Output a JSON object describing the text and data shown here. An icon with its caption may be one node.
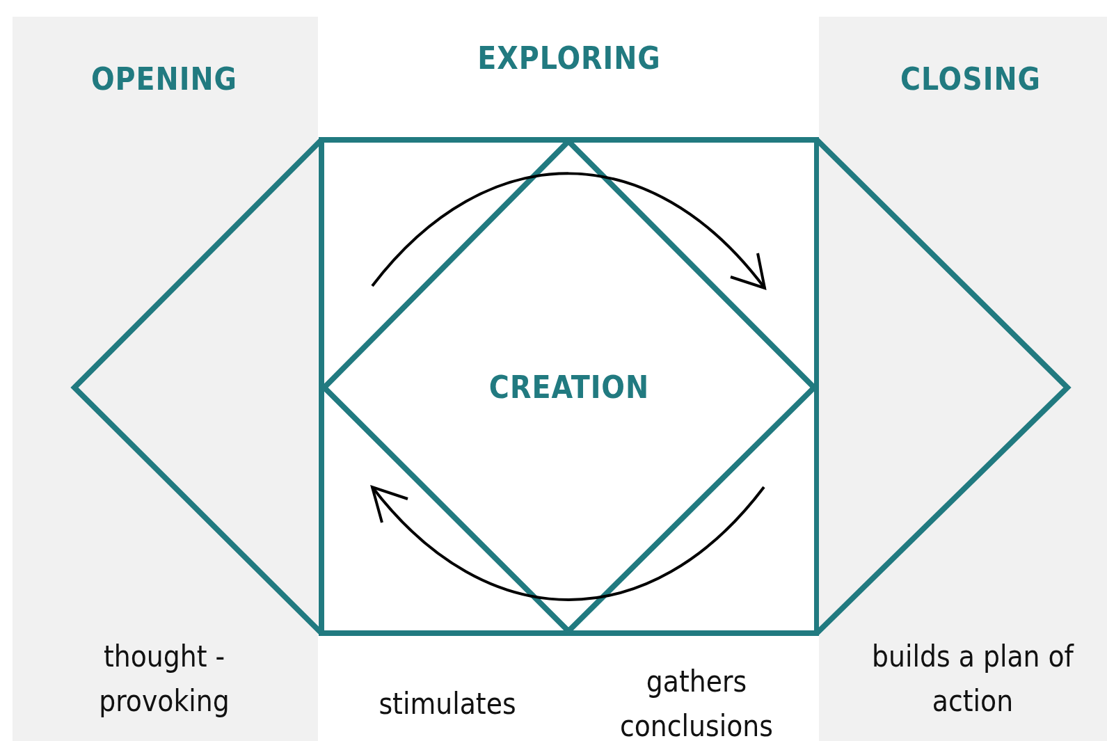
{
  "diagram": {
    "nodes": [
      {
        "text": [
          "OPENING",
          "thought -provoking"
        ]
      },
      {
        "text": [],
        "shape": "triangle",
        "in": 0
      },
      {
        "text": [
          "EXPLORING",
          "stimulates",
          "gathers conclusions"
        ]
      },
      {
        "text": [
          "CREATION"
        ],
        "in": 2
      },
      {
        "text": [
          "CLOSING",
          "builds a plan of action"
        ]
      },
      {
        "text": [],
        "shape": "triangle",
        "in": 4
      }
    ],
    "edges": []
  }
}
